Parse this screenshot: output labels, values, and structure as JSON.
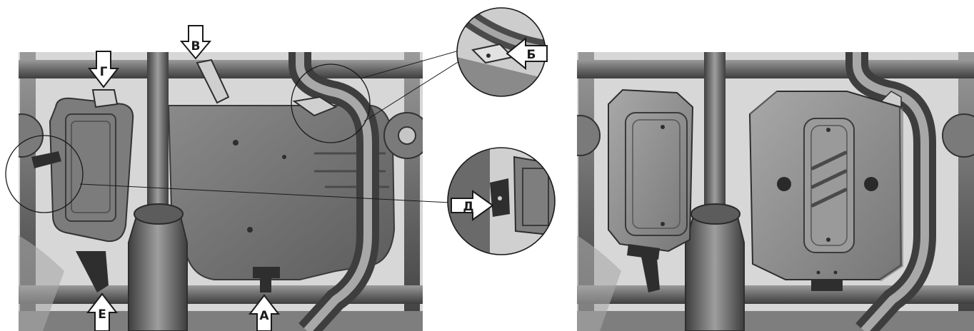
{
  "diagram": {
    "panels": [
      "before-install",
      "after-install"
    ],
    "callout_labels": {
      "a": "А",
      "b": "Б",
      "v": "В",
      "g": "Г",
      "d": "Д",
      "e": "Е"
    },
    "colors": {
      "metal_dark": "#3c3c3c",
      "metal_mid": "#7a7a7a",
      "metal_light": "#b8b8b8",
      "shield": "#8e8e8e",
      "background": "#ffffff"
    }
  }
}
